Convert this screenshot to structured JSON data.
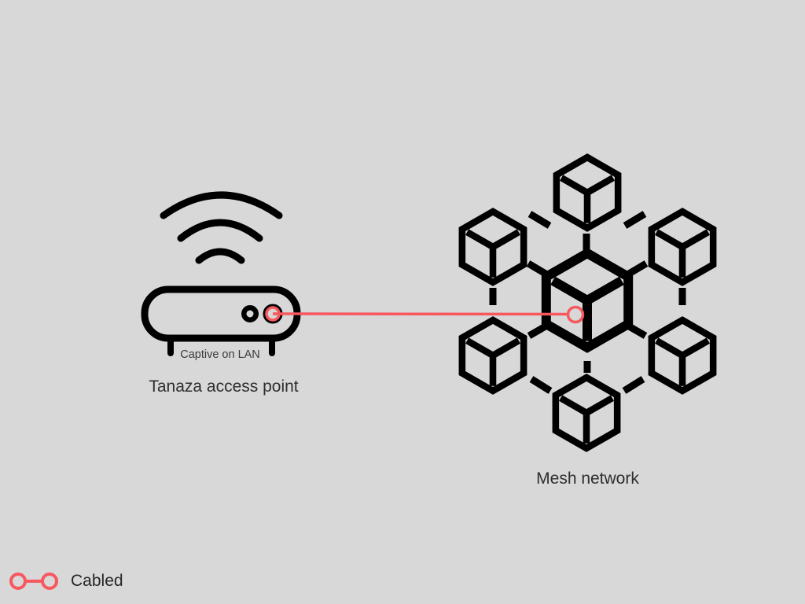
{
  "page": {
    "background": "#d8d8d8"
  },
  "colors": {
    "icon_stroke": "#000000",
    "cable_red": "#f8575e",
    "text_dark": "#2e2e2e"
  },
  "access_point": {
    "icon": "wifi-router-icon",
    "port_caption": "Captive on LAN",
    "label": "Tanaza access point"
  },
  "mesh_network": {
    "icon": "mesh-cubes-icon",
    "label": "Mesh network",
    "node_count": 7
  },
  "cable": {
    "type": "Cabled",
    "from": "Tanaza access point",
    "to": "Mesh network"
  },
  "legend": {
    "items": [
      {
        "icon": "cabled-connection-icon",
        "label": "Cabled"
      }
    ]
  }
}
